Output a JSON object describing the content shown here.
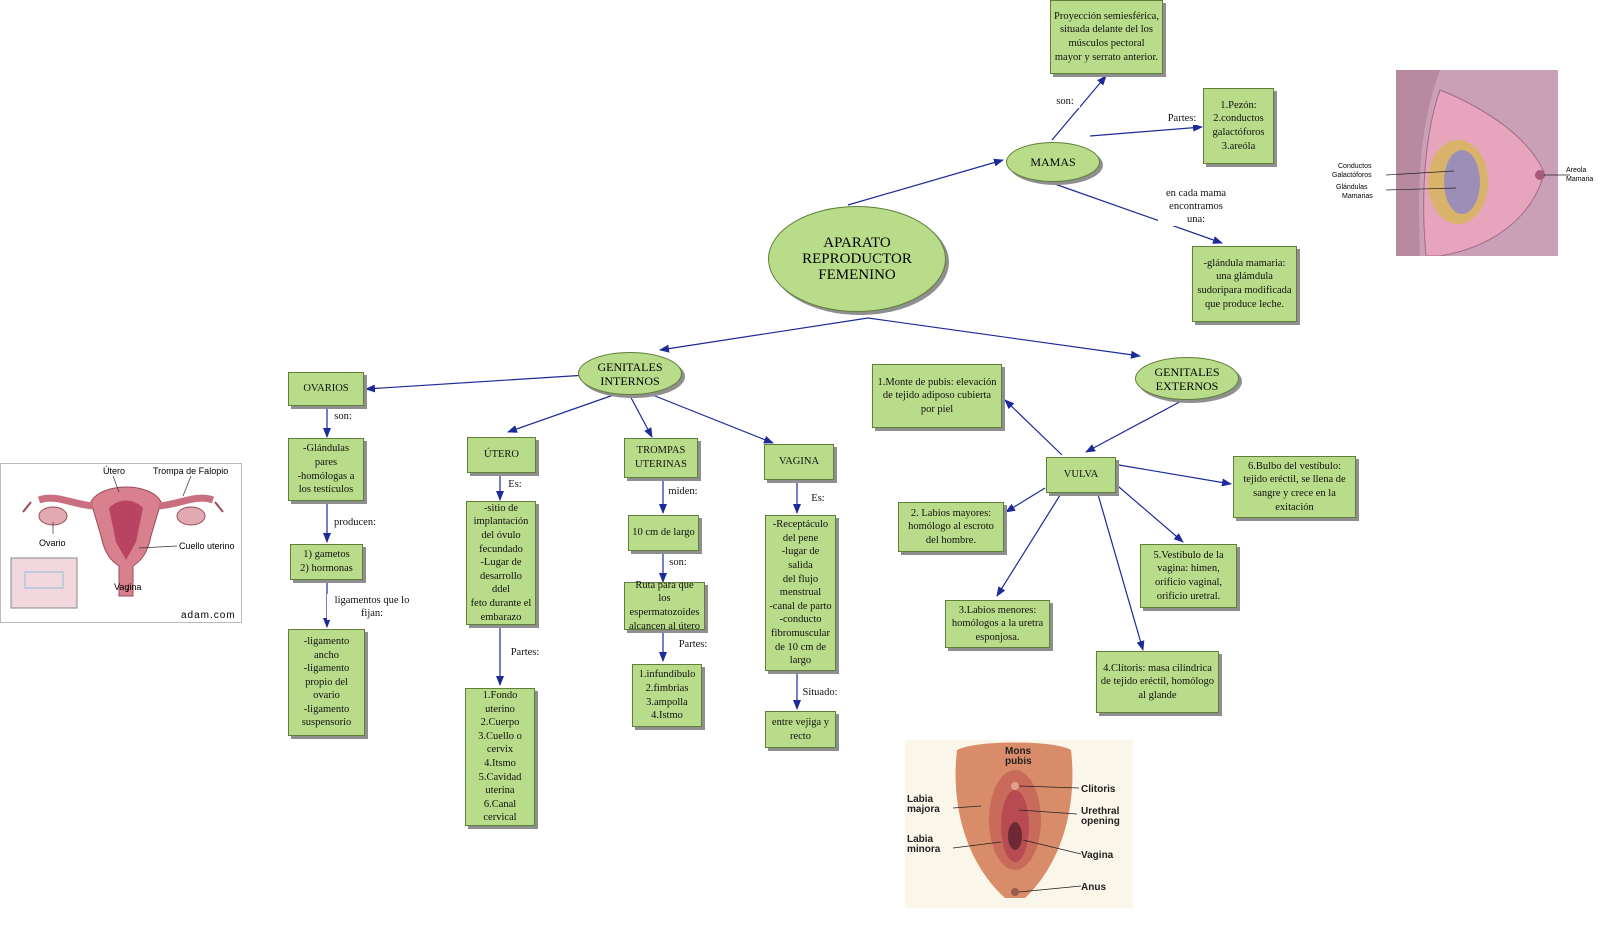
{
  "main": {
    "label": "APARATO\nREPRODUCTOR\nFEMENINO"
  },
  "ovals": {
    "mamas": "MAMAS",
    "internos": "GENITALES\nINTERNOS",
    "externos": "GENITALES\nEXTERNOS"
  },
  "boxes": {
    "proyeccion": "Proyección semiesférica, situada delante del los músculos pectoral mayor y serrato anterior.",
    "partes_mama": "1.Pezón:\n2.conductos\ngalactóforos\n3.areóla",
    "glandula": "-glándula mamaria: una glámdula sudoripara modificada que produce leche.",
    "ovarios": "OVARIOS",
    "glandulas": "-Glándulas\npares\n-homólogas a\nlos testículos",
    "gametos": "1) gametos\n2) hormonas",
    "ligamentos": "-ligamento\nancho\n-ligamento\npropio del\novario\n-ligamento\nsuspensorio",
    "utero": "ÚTERO",
    "sitio": "-sitio de\nimplantación\ndel óvulo\nfecundado\n-Lugar de\ndesarrollo ddel\nfeto durante el\nembarazo",
    "partes_utero": "1.Fondo uterino\n2.Cuerpo\n3.Cuello o\ncervix\n4.Itsmo\n5.Cavidad\nuterina\n6.Canal cervical",
    "trompas": "TROMPAS\nUTERINAS",
    "cm10": "10 cm de largo",
    "ruta": "Ruta para que los\nespermatozoides\nalcancen al útero",
    "partes_trompa": "1.infundíbulo\n2.fimbrias\n3.ampolla\n4.Istmo",
    "vagina": "VAGINA",
    "receptaculo": "-Receptáculo\ndel pene\n-lugar de salida\ndel flujo\nmenstrual\n-canal de parto\n-conducto\nfibromuscular\nde 10 cm de\nlargo",
    "vejiga": "entre vejiga y\nrecto",
    "monte": "1.Monte de pubis: elevación de tejido adiposo cubierta por piel",
    "vulva": "VULVA",
    "bulbo": "6.Bulbo del vestíbulo: tejido eréctil, se llena de sangre y crece en la exitación",
    "labios_may": "2. Labios mayores: homólogo al escroto del hombre.",
    "vestibulo": "5.Vestíbulo de la vagina: himen, orificio vaginal, orificio uretral.",
    "labios_men": "3.Labios menores: homólogos a la uretra esponjosa.",
    "clitoris": "4.Clítoris: masa cilíndrica de tejido eréctil, homólogo al glande"
  },
  "links": {
    "son1": "son:",
    "partes1": "Partes:",
    "encada": "en cada mama\nencontramos\nuna:",
    "son2": "son:",
    "producen": "producen:",
    "fijan": "ligamentos que lo\nfijan:",
    "es1": "Es:",
    "partes2": "Partes:",
    "miden": "miden:",
    "son3": "son:",
    "partes3": "Partes:",
    "es2": "Es:",
    "situado": "Situado:"
  },
  "images": {
    "uterus": {
      "utero": "Útero",
      "trompa": "Trompa de Falopio",
      "ovario": "Ovario",
      "cuello": "Cuello uterino",
      "vagina": "Vagina",
      "credit": "adam.com"
    },
    "breast": {
      "conductos": "Conductos\nGalactóforos",
      "glandulas": "Glándulas\nMamarias",
      "areola": "Areola\nMamaria"
    },
    "vulva": {
      "mons": "Mons\npubis",
      "clitoris": "Clitoris",
      "labia_majora": "Labia\nmajora",
      "urethral": "Urethral\nopening",
      "labia_minora": "Labia\nminora",
      "vagina": "Vagina",
      "anus": "Anus"
    }
  },
  "colors": {
    "node": "#b9dc8a",
    "border": "#5f7f3a",
    "arrow": "#1c2a9a"
  }
}
